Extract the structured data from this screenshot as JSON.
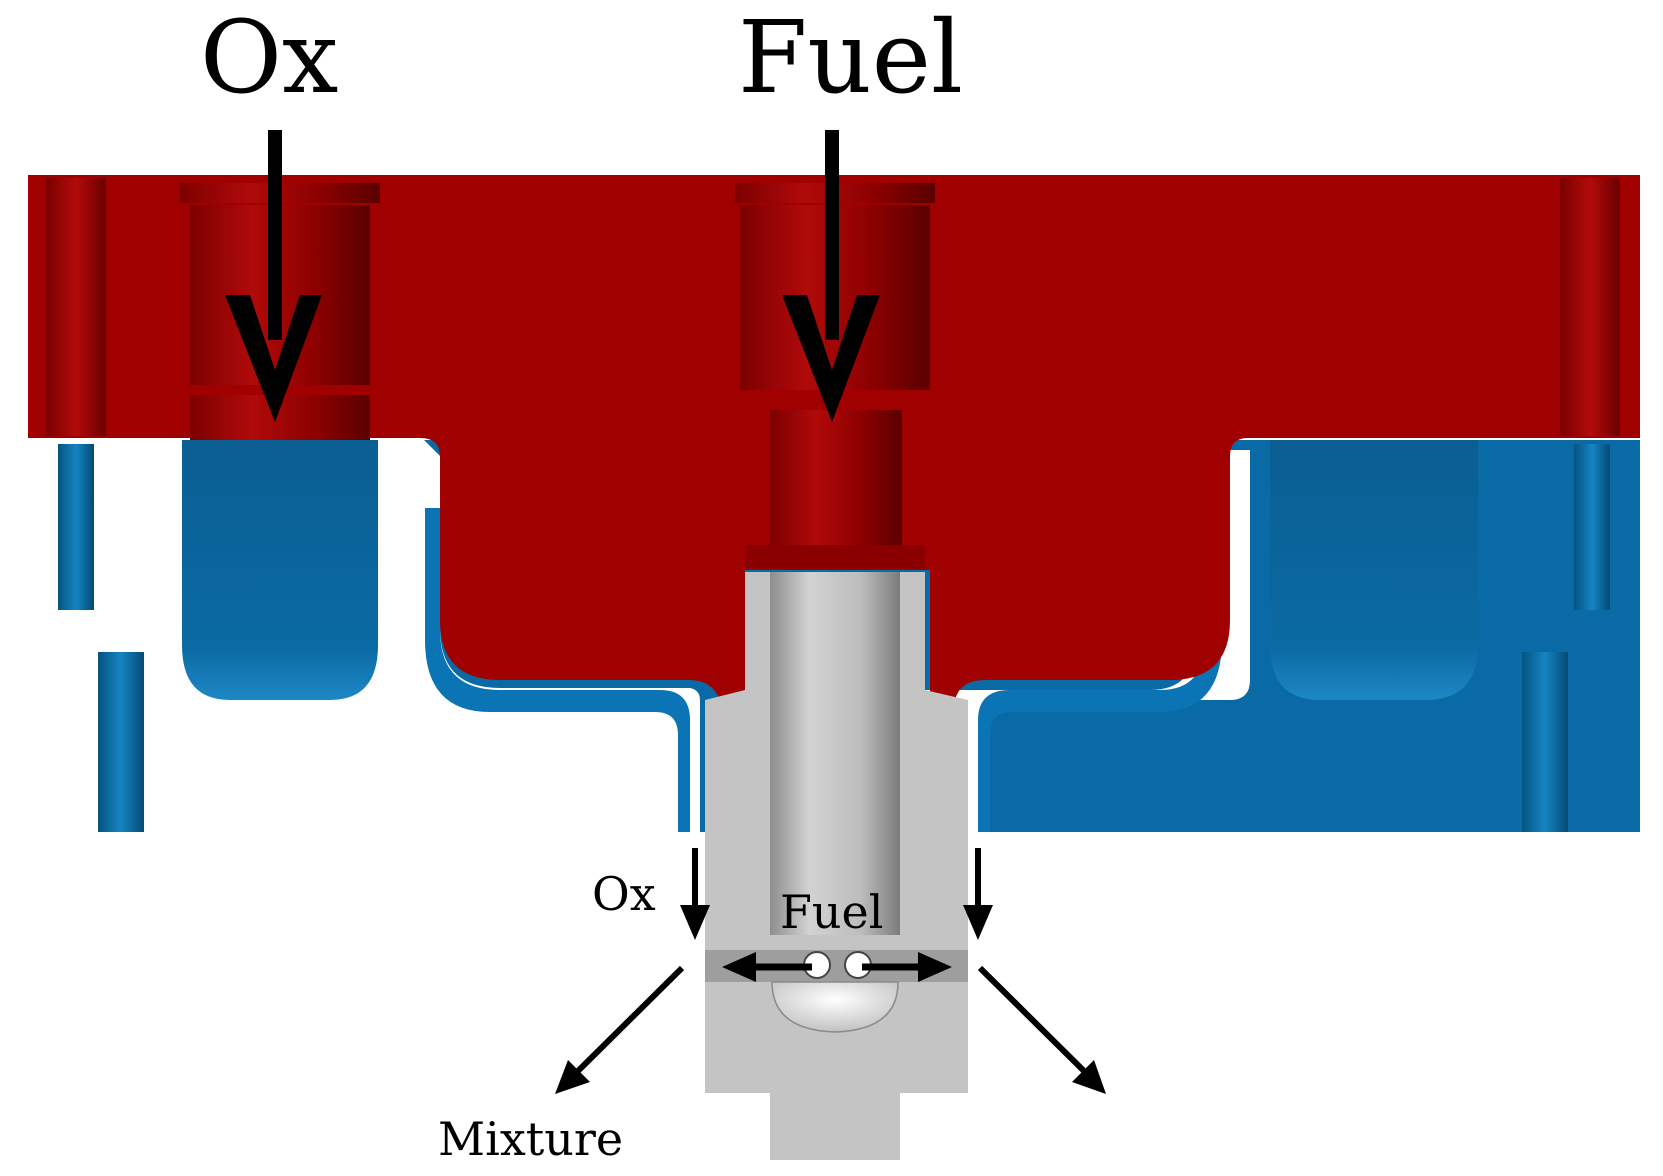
{
  "labels": {
    "ox_top": "Ox",
    "fuel_top": "Fuel",
    "ox_bottom": "Ox",
    "fuel_bottom": "Fuel",
    "mixture": "Mixture"
  },
  "colors": {
    "fuel_manifold": "#a00000",
    "fuel_manifold_dark": "#6e0000",
    "ox_manifold": "#0a6aa6",
    "ox_manifold_dark": "#034f7f",
    "injector_body": "#c4c4c4",
    "injector_bore": "#9a9a9a",
    "arrow": "#000000"
  }
}
